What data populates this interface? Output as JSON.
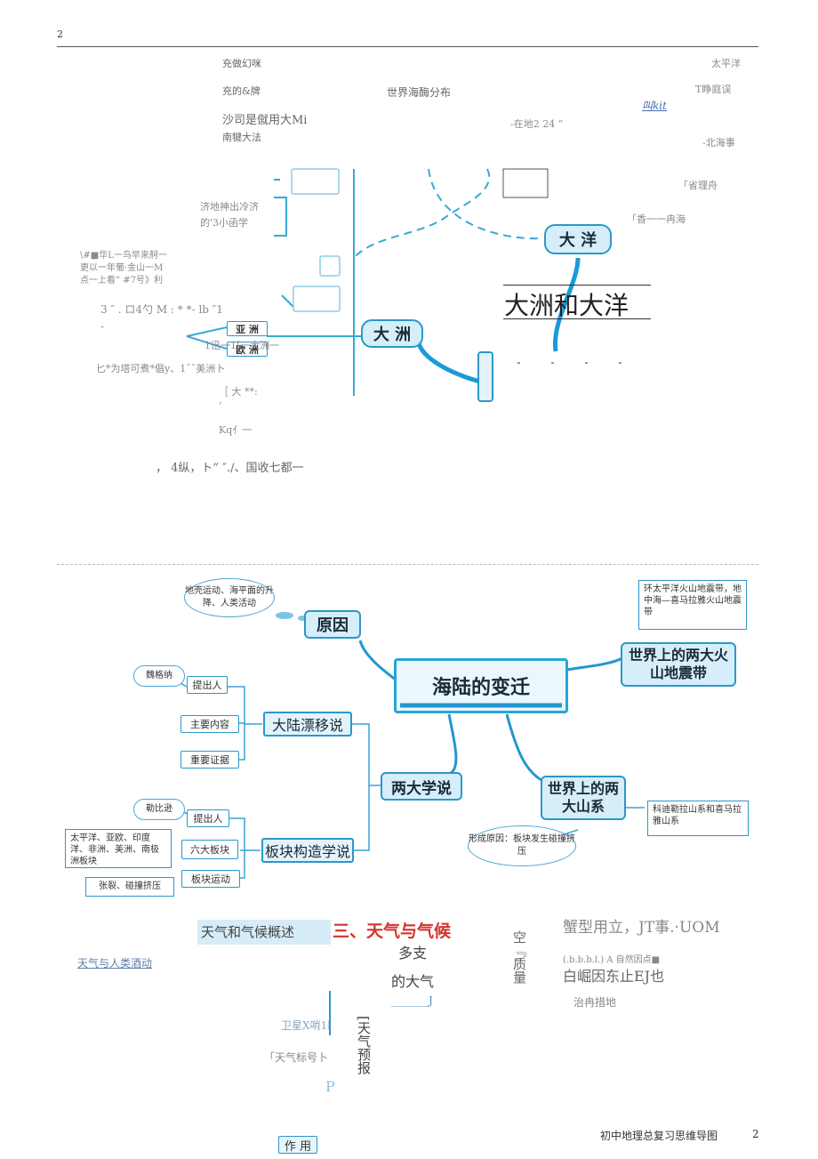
{
  "header": {
    "page_number_left": "2"
  },
  "section1": {
    "title": "大洲和大洋",
    "node_dayang": "大 洋",
    "node_dazhou": "大 洲",
    "node_yazhou": "亚 洲",
    "node_ouzhou": "欧 洲",
    "texts": [
      "充做幻咪",
      "充的&牌",
      "沙司是僦用大Mi",
      "南犍大法",
      "世界海酶分布",
      "太平洋",
      "T睁庭误",
      "叫kit",
      "-在地2 24 “",
      "-北海事",
      "「省理舟",
      "济地神出冷济",
      "的'3小函学",
      "「香一一冉海",
      "\\#■华L一鸟早来舸一",
      "更以一年葡·金山一M",
      "点一上看” #7号》利",
      "3 ″ . ロ4勺 M : * *- lb ″1",
      "-",
      "1迅一1[一大洲一",
      "匕*为塔可煮*倡y、1ˆˆ美洲卜",
      "［ 大 **:",
      "‘",
      "Kq亻一",
      "， 4纵，ト” ″./、国收七都一"
    ]
  },
  "section2": {
    "center": "海陆的变迁",
    "reason": "原因",
    "reason_note": "地壳运动、海平面的升降、人类活动",
    "two_theories": "两大学说",
    "drift": "大陆漂移说",
    "drift_children": [
      "提出人",
      "主要内容",
      "重要证据"
    ],
    "wegener": "魏格纳",
    "plate": "板块构造学说",
    "plate_children": [
      "提出人",
      "六大板块",
      "板块运动"
    ],
    "plate_proposer": "勒比逊",
    "six_plates": "太平洋、亚欧、印度洋、非洲、美洲、南极洲板块",
    "plate_motion": "张裂、碰撞挤压",
    "volcano": "世界上的两大火山地震带",
    "volcano_note": "环太平洋火山地震带，地中海—喜马拉雅火山地震带",
    "mountains": "世界上的两大山系",
    "mountains_note": "科迪勒拉山系和喜马拉雅山系",
    "mountains_reason": "形成原因：板块发生碰撞挤压"
  },
  "section3": {
    "title": "三、天气与气候",
    "weather_overview": "天气和气候概述",
    "human_activity": "天气与人类酒动",
    "duozhi": "多支",
    "daqi": "的大气",
    "slash": "_______J",
    "vertical1": "空『质量",
    "vertical2": "[天气预报",
    "t1": "蟹型用立，JT事.·UOM",
    "t2": "(.b.b.b.l.) A 自然因点■",
    "t3": "白崛因东止EJ也",
    "t4": "治冉措地",
    "t5": "卫星X哨1l",
    "t6": "「天气标号卜",
    "t7": "P",
    "zuoyong": "作 用"
  },
  "footer": {
    "title": "初中地理总复习思维导图",
    "page": "2"
  }
}
